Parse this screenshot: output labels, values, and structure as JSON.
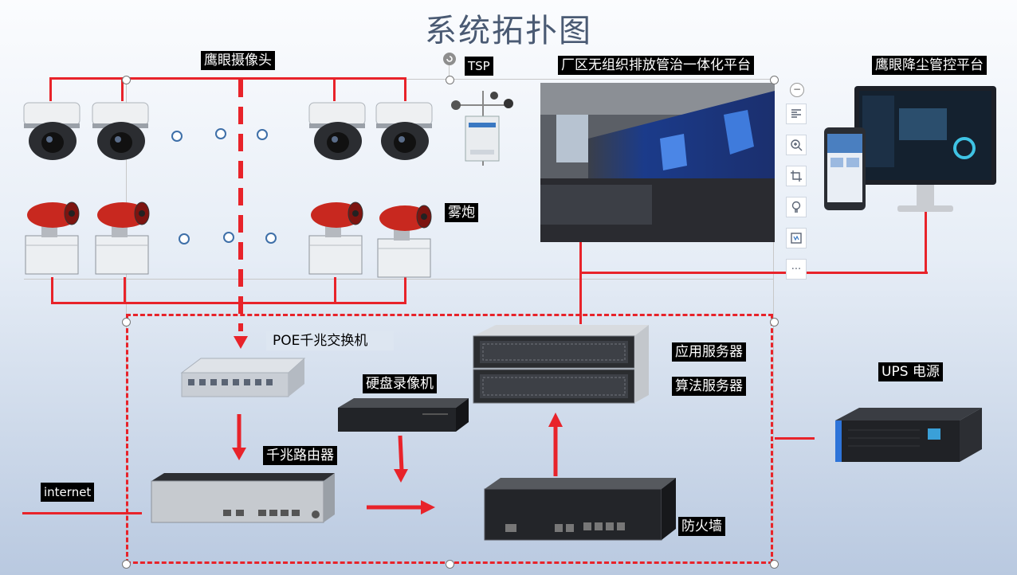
{
  "title": "系统拓扑图",
  "labels": {
    "camera": "鹰眼摄像头",
    "tsp": "TSP",
    "platform": "厂区无组织排放管治一体化平台",
    "dust_platform": "鹰眼降尘管控平台",
    "fog_cannon": "雾炮",
    "poe_switch": "POE千兆交换机",
    "nvr": "硬盘录像机",
    "app_server": "应用服务器",
    "algo_server": "算法服务器",
    "ups": "UPS 电源",
    "router": "千兆路由器",
    "internet": "internet",
    "firewall": "防火墙"
  },
  "toolbar": {
    "items": [
      "layout-options-icon",
      "zoom-icon",
      "crop-icon",
      "idea-icon",
      "format-icon",
      "more-icon"
    ],
    "more_label": "···"
  },
  "colors": {
    "link": "#e8232a",
    "title": "#4a5a73",
    "accent_dot": "#3e6fa8"
  }
}
